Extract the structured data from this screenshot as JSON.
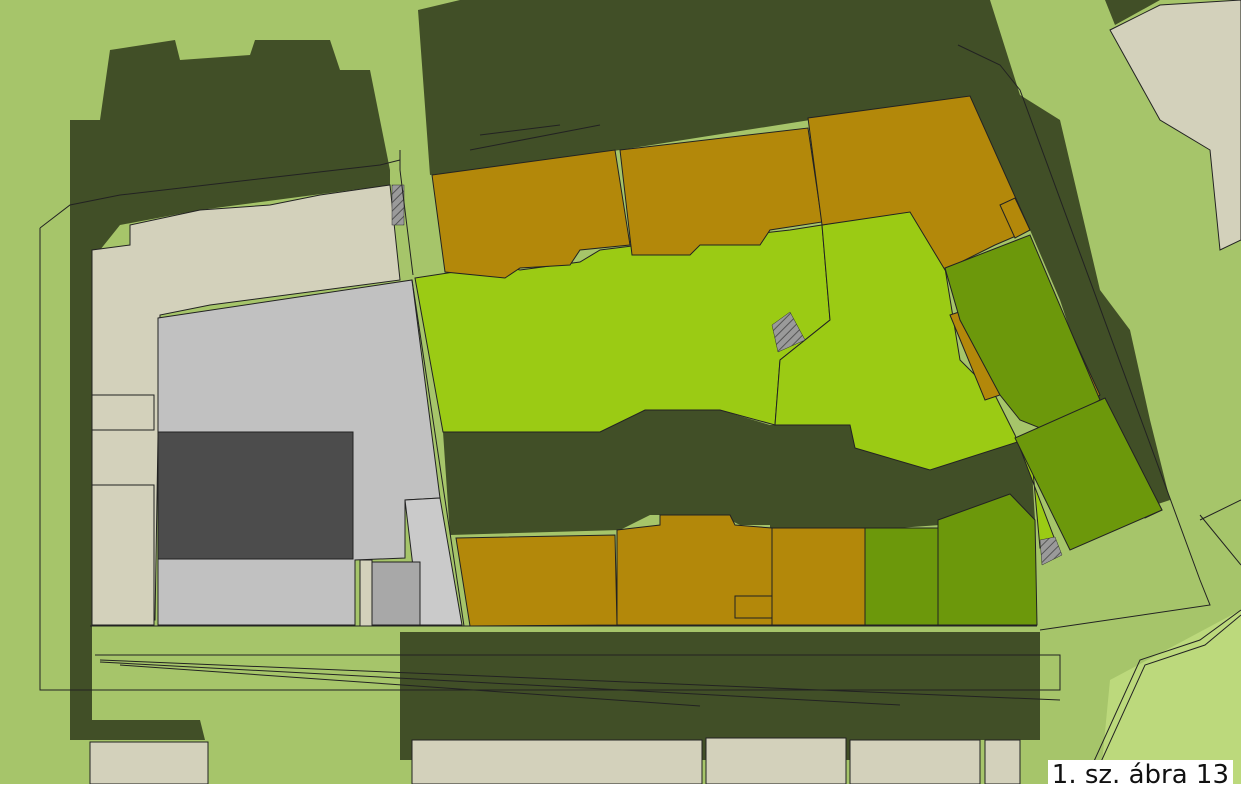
{
  "caption": {
    "text": "1. sz. ábra 13"
  },
  "colors": {
    "ground": "#a6c56a",
    "ground_light": "#b4d277",
    "shadow": "#414f27",
    "beige_building": "#d3d1bb",
    "grey_building": "#c1c1c1",
    "grey_dark": "#4c4c4c",
    "orange_building": "#b3880a",
    "lime_courtyard": "#9bcb14",
    "green_building": "#6c980b",
    "hatch": "#777777",
    "outline": "#222222"
  },
  "legend_semantics": [
    "orange-building",
    "lime-courtyard",
    "green-building",
    "beige-building",
    "grey-building"
  ]
}
